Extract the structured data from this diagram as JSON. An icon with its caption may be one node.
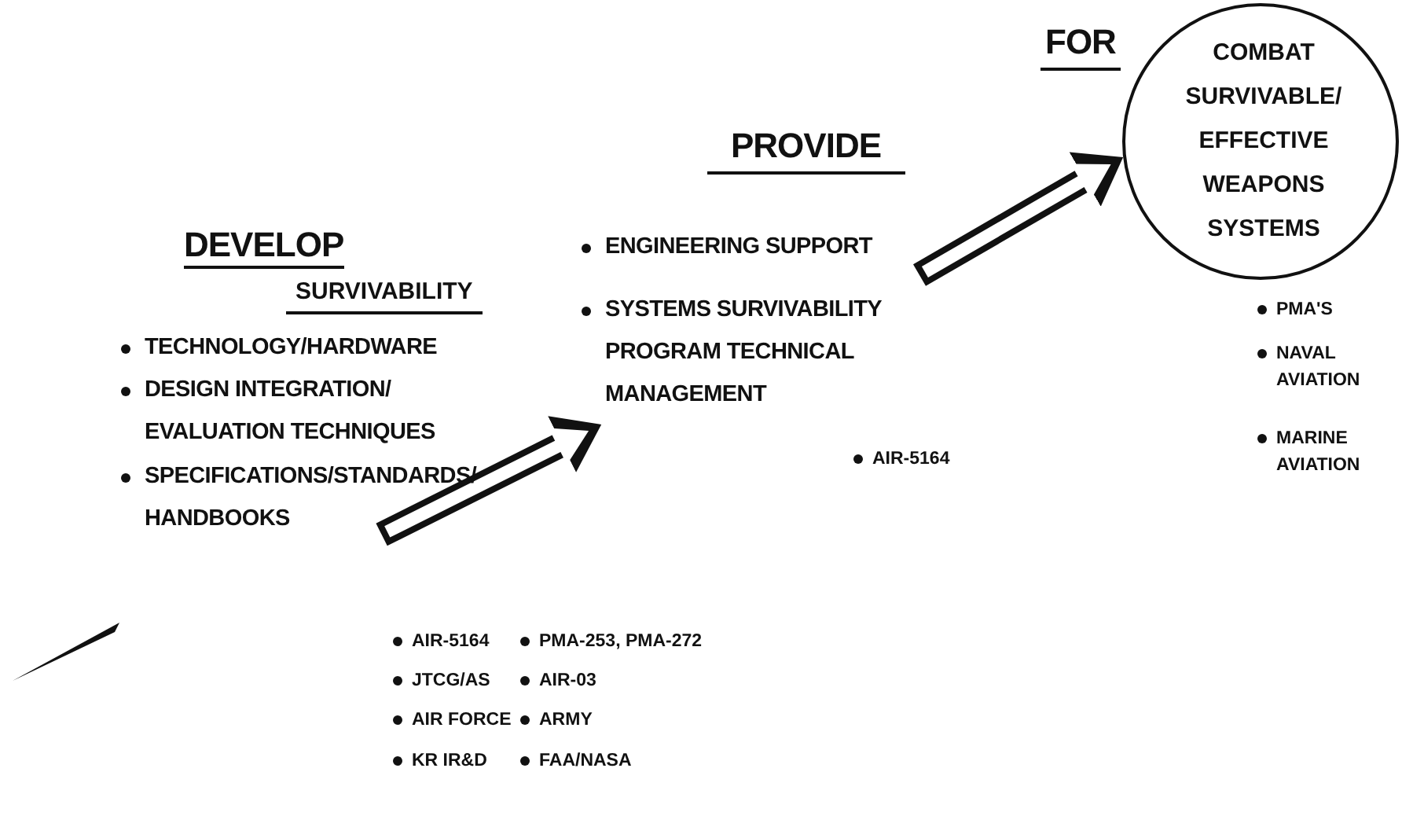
{
  "diagram": {
    "nodes": [
      {
        "text": [
          "DEVELOP",
          "SURVIVABILITY",
          "TECHNOLOGY/HARDWARE",
          "DESIGN INTEGRATION/ EVALUATION TECHNIQUES",
          "SPECIFICATIONS/STANDARDS/ HANDBOOKS"
        ]
      },
      {
        "text": [
          "PROVIDE",
          "ENGINEERING SUPPORT",
          "SYSTEMS SURVIVABILITY PROGRAM TECHNICAL MANAGEMENT"
        ],
        "beside": [
          "AIR-5164"
        ]
      },
      {
        "text": [
          "COMBAT SURVIVABLE/ EFFECTIVE WEAPONS SYSTEMS"
        ],
        "beside": [
          "FOR",
          "PMA'S",
          "NAVAL AVIATION",
          "MARINE AVIATION"
        ]
      }
    ],
    "edges": [
      {
        "from": 0,
        "to": 1,
        "arrow": "to"
      },
      {
        "from": 1,
        "to": 2,
        "arrow": "to"
      }
    ],
    "labels": [
      "AIR-5164",
      "PMA-253, PMA-272",
      "JTCG/AS",
      "AIR-03",
      "AIR FORCE",
      "ARMY",
      "KR IR&D",
      "FAA/NASA"
    ]
  }
}
